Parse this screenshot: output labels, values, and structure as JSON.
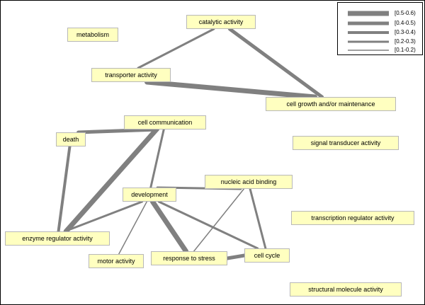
{
  "nodes": [
    {
      "id": "catalytic",
      "label": "catalytic activity"
    },
    {
      "id": "metabolism",
      "label": "metabolism"
    },
    {
      "id": "transporter",
      "label": "transporter activity"
    },
    {
      "id": "growth",
      "label": "cell growth and/or maintenance"
    },
    {
      "id": "communication",
      "label": "cell communication"
    },
    {
      "id": "death",
      "label": "death"
    },
    {
      "id": "signal",
      "label": "signal transducer activity"
    },
    {
      "id": "nucleic",
      "label": "nucleic acid binding"
    },
    {
      "id": "development",
      "label": "development"
    },
    {
      "id": "transcription",
      "label": "transcription regulator activity"
    },
    {
      "id": "enzyme",
      "label": "enzyme regulator activity"
    },
    {
      "id": "motor",
      "label": "motor activity"
    },
    {
      "id": "stress",
      "label": "response to stress"
    },
    {
      "id": "cycle",
      "label": "cell cycle"
    },
    {
      "id": "structural",
      "label": "structural molecule activity"
    }
  ],
  "edges": [
    {
      "from": "catalytic",
      "to": "transporter",
      "range": "[0.2-0.3)"
    },
    {
      "from": "catalytic",
      "to": "growth",
      "range": "[0.4-0.5)"
    },
    {
      "from": "transporter",
      "to": "growth",
      "range": "[0.5-0.6)"
    },
    {
      "from": "communication",
      "to": "death",
      "range": "[0.4-0.5)"
    },
    {
      "from": "communication",
      "to": "enzyme",
      "range": "[0.5-0.6)"
    },
    {
      "from": "communication",
      "to": "development",
      "range": "[0.2-0.3)"
    },
    {
      "from": "death",
      "to": "enzyme",
      "range": "[0.3-0.4)"
    },
    {
      "from": "development",
      "to": "nucleic",
      "range": "[0.2-0.3)"
    },
    {
      "from": "development",
      "to": "enzyme",
      "range": "[0.2-0.3)"
    },
    {
      "from": "development",
      "to": "motor",
      "range": "[0.1-0.2)"
    },
    {
      "from": "development",
      "to": "stress",
      "range": "[0.5-0.6)"
    },
    {
      "from": "development",
      "to": "cycle",
      "range": "[0.2-0.3)"
    },
    {
      "from": "nucleic",
      "to": "stress",
      "range": "[0.1-0.2)"
    },
    {
      "from": "nucleic",
      "to": "cycle",
      "range": "[0.2-0.3)"
    },
    {
      "from": "stress",
      "to": "cycle",
      "range": "[0.4-0.5)"
    }
  ],
  "legend": {
    "items": [
      {
        "range": "[0.5-0.6)"
      },
      {
        "range": "[0.4-0.5)"
      },
      {
        "range": "[0.3-0.4)"
      },
      {
        "range": "[0.2-0.3)"
      },
      {
        "range": "[0.1-0.2)"
      }
    ],
    "line_color": "#808080"
  },
  "colors": {
    "node_fill": "#ffffc0",
    "edge": "#808080"
  }
}
